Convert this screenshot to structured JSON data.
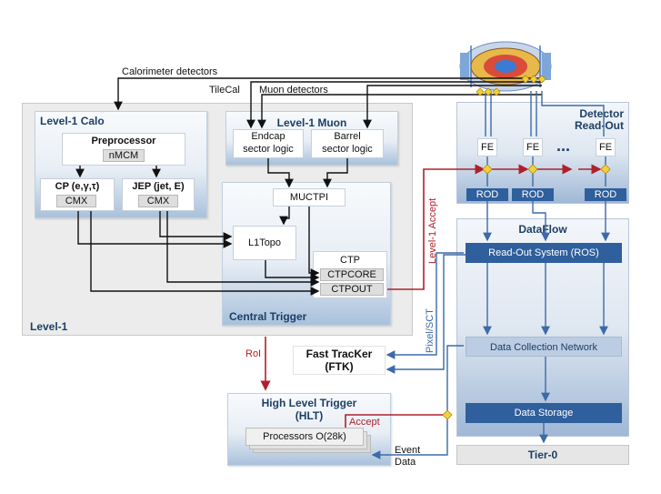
{
  "inputs": {
    "calorimeter": "Calorimeter detectors",
    "tilecal": "TileCal",
    "muon": "Muon detectors"
  },
  "level1": {
    "label": "Level-1",
    "calo": {
      "title": "Level-1 Calo",
      "preprocessor": "Preprocessor",
      "nmcm": "nMCM",
      "cp": "CP (e,γ,τ)",
      "cp_cmx": "CMX",
      "jep": "JEP (jet, E)",
      "jep_cmx": "CMX"
    },
    "muon": {
      "title": "Level-1 Muon",
      "endcap": [
        "Endcap",
        "sector logic"
      ],
      "barrel": [
        "Barrel",
        "sector logic"
      ]
    },
    "central": {
      "title": "Central Trigger",
      "muctpi": "MUCTPI",
      "l1topo": "L1Topo",
      "ctp": "CTP",
      "ctpcore": "CTPCORE",
      "ctpout": "CTPOUT"
    }
  },
  "signals": {
    "l1accept": "Level-1 Accept",
    "pixelsct": "Pixel/SCT",
    "roi": "RoI",
    "accept": "Accept",
    "event_data": [
      "Event",
      "Data"
    ]
  },
  "readout": {
    "title": [
      "Detector",
      "Read-Out"
    ],
    "fe": [
      "FE",
      "FE",
      "FE"
    ],
    "dots": "...",
    "rod": [
      "ROD",
      "ROD",
      "ROD"
    ]
  },
  "dataflow": {
    "title": "DataFlow",
    "ros": "Read-Out System (ROS)",
    "dcn": "Data Collection Network",
    "storage": "Data Storage"
  },
  "ftk": {
    "name": "Fast TracKer",
    "abbr": "(FTK)"
  },
  "hlt": {
    "title": "High Level Trigger",
    "abbr": "(HLT)",
    "processors": "Processors O(28k)"
  },
  "tier0": "Tier-0",
  "colors": {
    "accent_red": "#b0202a",
    "line_blue": "#3d6aa8",
    "box_blue": "#2f5f9c",
    "title_blue": "#1c3f66"
  }
}
